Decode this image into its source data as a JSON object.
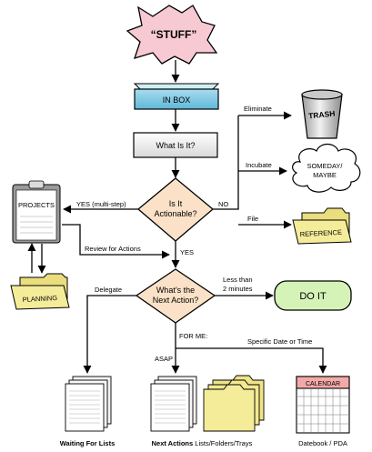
{
  "nodes": {
    "stuff": "“STUFF”",
    "inbox": "IN BOX",
    "what_is_it": "What Is It?",
    "actionable_line1": "Is It",
    "actionable_line2": "Actionable?",
    "next_action_line1": "What’s the",
    "next_action_line2": "Next Action?",
    "do_it": "DO IT",
    "projects": "PROJECTS",
    "planning": "PLANNING",
    "trash": "TRASH",
    "someday_line1": "SOMEDAY/",
    "someday_line2": "MAYBE",
    "reference": "REFERENCE",
    "calendar": "CALENDAR"
  },
  "edges": {
    "eliminate": "Eliminate",
    "incubate": "Incubate",
    "file": "File",
    "no": "NO",
    "yes_multistep": "YES (multi-step)",
    "review_for_actions": "Review for Actions",
    "yes": "YES",
    "delegate": "Delegate",
    "less_than_line1": "Less than",
    "less_than_line2": "2 minutes",
    "for_me": "FOR ME:",
    "asap": "ASAP",
    "specific_date": "Specific Date or Time"
  },
  "captions": {
    "waiting_for": "Waiting For Lists",
    "next_actions_bold": "Next Actions",
    "next_actions_rest": " Lists/Folders/Trays",
    "datebook": "Datebook / PDA"
  },
  "colors": {
    "stuff_fill": "#f7c9d2",
    "inbox_fill": "#86cde6",
    "diamond_fill": "#fbe1c7",
    "doit_fill": "#d5f3b7",
    "folder_fill": "#f5ec9a",
    "calendar_header": "#f4a9a9"
  }
}
